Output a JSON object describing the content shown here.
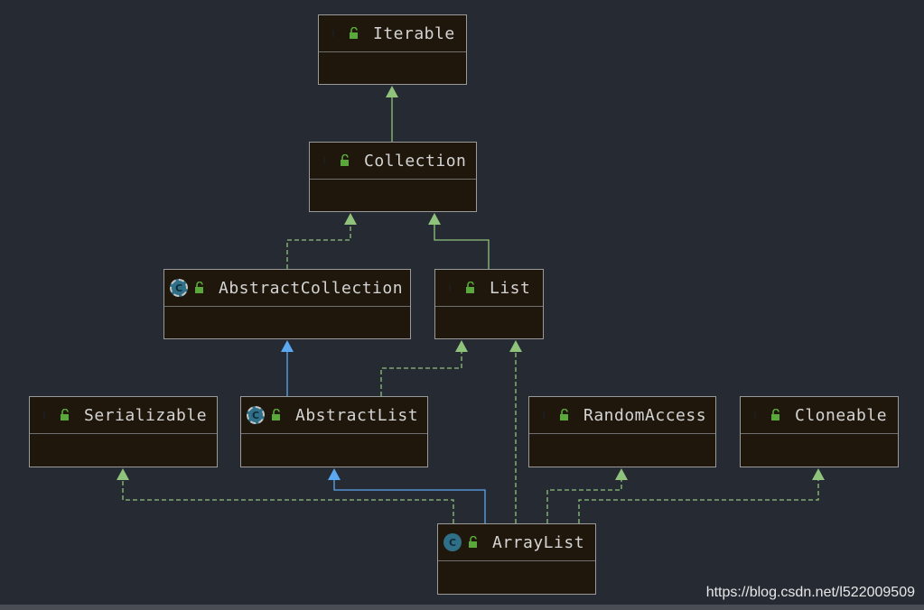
{
  "colors": {
    "background": "#262a33",
    "node_fill": "#1f170c",
    "node_border": "#9a9a9a",
    "implements_edge": "#8fc27a",
    "extends_interface_edge": "#8fc27a",
    "extends_class_edge": "#5ba7f0",
    "interface_badge": "#4c7a35",
    "class_badge": "#2f6f87"
  },
  "nodes": {
    "iterable": {
      "name": "Iterable",
      "kind": "interface",
      "badge": "I"
    },
    "collection": {
      "name": "Collection",
      "kind": "interface",
      "badge": "I"
    },
    "abstract_collection": {
      "name": "AbstractCollection",
      "kind": "abstract-class",
      "badge": "C"
    },
    "list": {
      "name": "List",
      "kind": "interface",
      "badge": "I"
    },
    "serializable": {
      "name": "Serializable",
      "kind": "interface",
      "badge": "I"
    },
    "abstract_list": {
      "name": "AbstractList",
      "kind": "abstract-class",
      "badge": "C"
    },
    "random_access": {
      "name": "RandomAccess",
      "kind": "interface",
      "badge": "I"
    },
    "cloneable": {
      "name": "Cloneable",
      "kind": "interface",
      "badge": "I"
    },
    "array_list": {
      "name": "ArrayList",
      "kind": "class",
      "badge": "C"
    }
  },
  "edges": [
    {
      "from": "collection",
      "to": "iterable",
      "type": "extends-interface"
    },
    {
      "from": "abstract_collection",
      "to": "collection",
      "type": "implements"
    },
    {
      "from": "list",
      "to": "collection",
      "type": "extends-interface"
    },
    {
      "from": "abstract_list",
      "to": "abstract_collection",
      "type": "extends-class"
    },
    {
      "from": "abstract_list",
      "to": "list",
      "type": "implements"
    },
    {
      "from": "array_list",
      "to": "serializable",
      "type": "implements"
    },
    {
      "from": "array_list",
      "to": "abstract_list",
      "type": "extends-class"
    },
    {
      "from": "array_list",
      "to": "list",
      "type": "implements"
    },
    {
      "from": "array_list",
      "to": "random_access",
      "type": "implements"
    },
    {
      "from": "array_list",
      "to": "cloneable",
      "type": "implements"
    }
  ],
  "icons": {
    "visibility": "lock-open-icon"
  },
  "watermark": "https://blog.csdn.net/l522009509"
}
